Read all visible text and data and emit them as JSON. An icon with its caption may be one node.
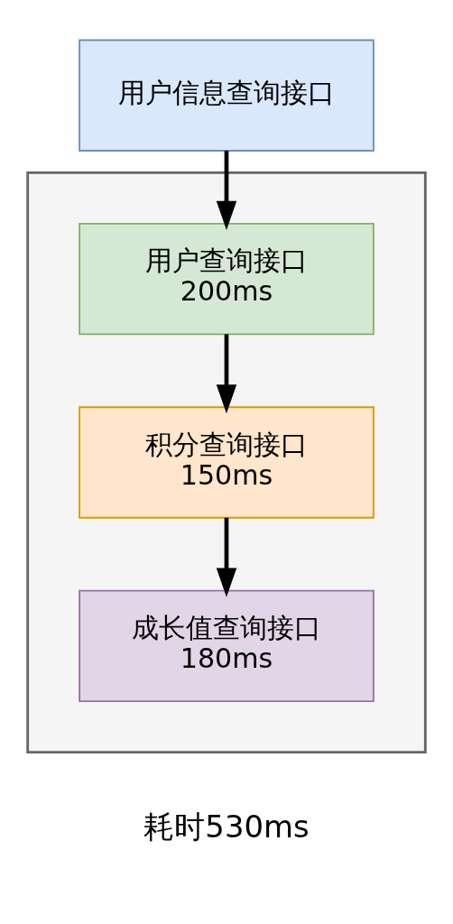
{
  "diagram": {
    "nodes": [
      {
        "text": [
          "用户信息查询接口"
        ]
      },
      {
        "text": [],
        "shape": "box",
        "beside": [
          "耗时530ms"
        ]
      },
      {
        "text": [
          "用户查询接口",
          "200ms"
        ],
        "in": 1
      },
      {
        "text": [
          "积分查询接口",
          "150ms"
        ],
        "in": 1
      },
      {
        "text": [
          "成长值查询接口",
          "180ms"
        ],
        "in": 1
      }
    ],
    "edges": [
      {
        "from": 0,
        "to": 2,
        "arrow": "to"
      },
      {
        "from": 2,
        "to": 3,
        "arrow": "to"
      },
      {
        "from": 3,
        "to": 4,
        "arrow": "to"
      }
    ]
  }
}
